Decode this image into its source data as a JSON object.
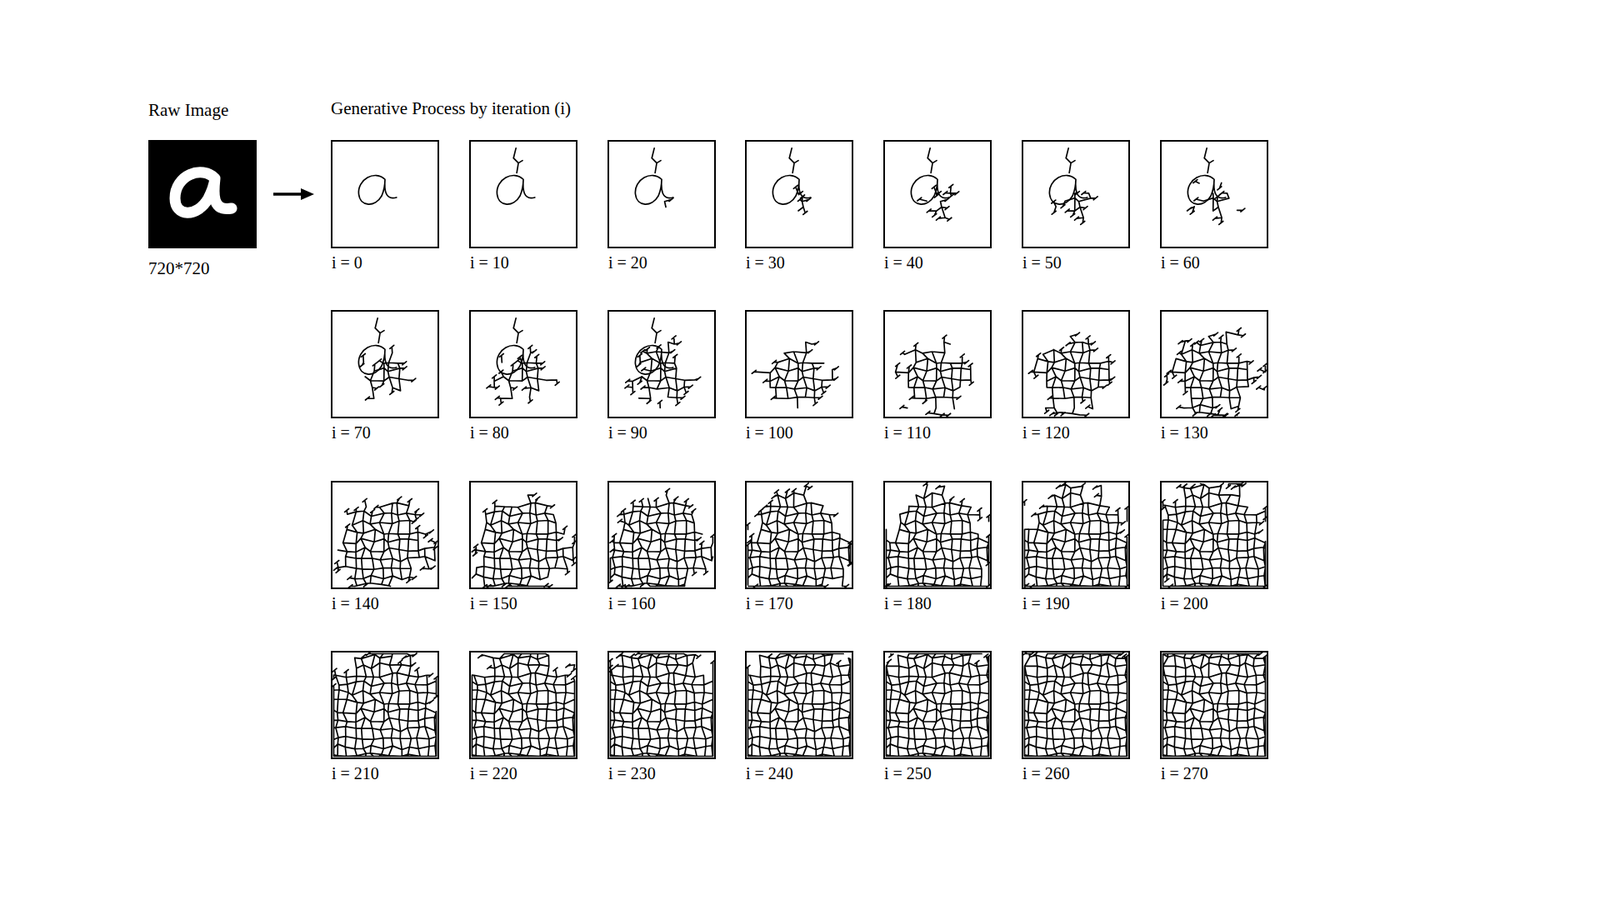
{
  "diagram": {
    "title": "Generative Process by iteration (i)",
    "nodes": [
      {
        "text": [
          "Raw Image",
          "720*720"
        ]
      },
      {
        "text": [
          "i = 0"
        ]
      },
      {
        "text": [
          "i = 10"
        ]
      },
      {
        "text": [
          "i = 20"
        ]
      },
      {
        "text": [
          "i = 30"
        ]
      },
      {
        "text": [
          "i = 40"
        ]
      },
      {
        "text": [
          "i = 50"
        ]
      },
      {
        "text": [
          "i = 60"
        ]
      },
      {
        "text": [
          "i = 70"
        ]
      },
      {
        "text": [
          "i = 80"
        ]
      },
      {
        "text": [
          "i = 90"
        ]
      },
      {
        "text": [
          "i = 100"
        ]
      },
      {
        "text": [
          "i = 110"
        ]
      },
      {
        "text": [
          "i = 120"
        ]
      },
      {
        "text": [
          "i = 130"
        ]
      },
      {
        "text": [
          "i = 140"
        ]
      },
      {
        "text": [
          "i = 150"
        ]
      },
      {
        "text": [
          "i = 160"
        ]
      },
      {
        "text": [
          "i = 170"
        ]
      },
      {
        "text": [
          "i = 180"
        ]
      },
      {
        "text": [
          "i = 190"
        ]
      },
      {
        "text": [
          "i = 200"
        ]
      },
      {
        "text": [
          "i = 210"
        ]
      },
      {
        "text": [
          "i = 220"
        ]
      },
      {
        "text": [
          "i = 230"
        ]
      },
      {
        "text": [
          "i = 240"
        ]
      },
      {
        "text": [
          "i = 250"
        ]
      },
      {
        "text": [
          "i = 260"
        ]
      },
      {
        "text": [
          "i = 270"
        ]
      }
    ],
    "edges": [
      {
        "from": 0,
        "to": 1,
        "arrow": "to"
      }
    ]
  }
}
